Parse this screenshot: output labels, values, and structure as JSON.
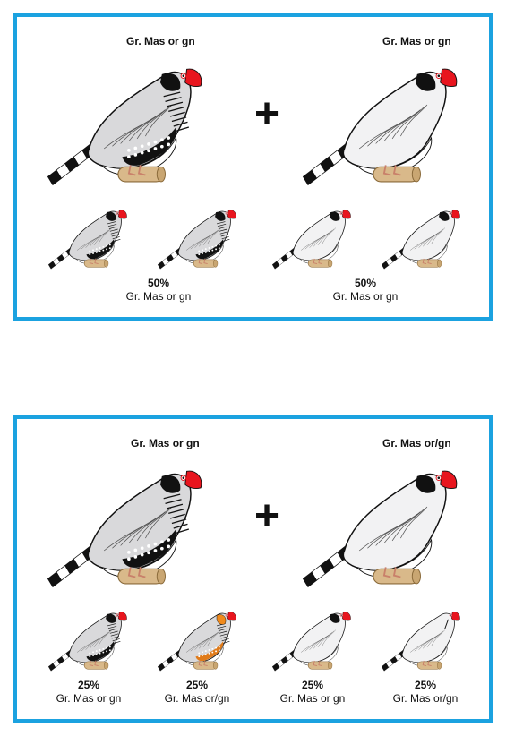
{
  "colors": {
    "border": "#1ba2e0",
    "beak": "#e8151e",
    "perch": "#d9b98a",
    "body_grey": "#d9d9db",
    "body_white": "#f2f2f3",
    "flank_orange": "#e07b1a",
    "cheek_orange": "#f08a1c"
  },
  "pairings": [
    {
      "father_label": "Gr. Mas or gn",
      "mother_label": "Gr. Mas or gn",
      "operator": "+",
      "offspring": [
        {
          "percent": "50%",
          "description": "Gr. Mas or gn",
          "icon": "zebra-finch-grey-male"
        },
        {
          "percent": "",
          "description": "",
          "icon": "zebra-finch-grey-male"
        },
        {
          "percent": "50%",
          "description": "Gr. Mas or gn",
          "icon": "zebra-finch-grey-female"
        },
        {
          "percent": "",
          "description": "",
          "icon": "zebra-finch-grey-female"
        }
      ]
    },
    {
      "father_label": "Gr. Mas or gn",
      "mother_label": "Gr. Mas or/gn",
      "operator": "+",
      "offspring": [
        {
          "percent": "25%",
          "description": "Gr. Mas or gn",
          "icon": "zebra-finch-grey-male"
        },
        {
          "percent": "25%",
          "description": "Gr. Mas or/gn",
          "icon": "zebra-finch-orange-male"
        },
        {
          "percent": "25%",
          "description": "Gr. Mas or gn",
          "icon": "zebra-finch-grey-female"
        },
        {
          "percent": "25%",
          "description": "Gr. Mas or/gn",
          "icon": "zebra-finch-white-female"
        }
      ]
    }
  ]
}
